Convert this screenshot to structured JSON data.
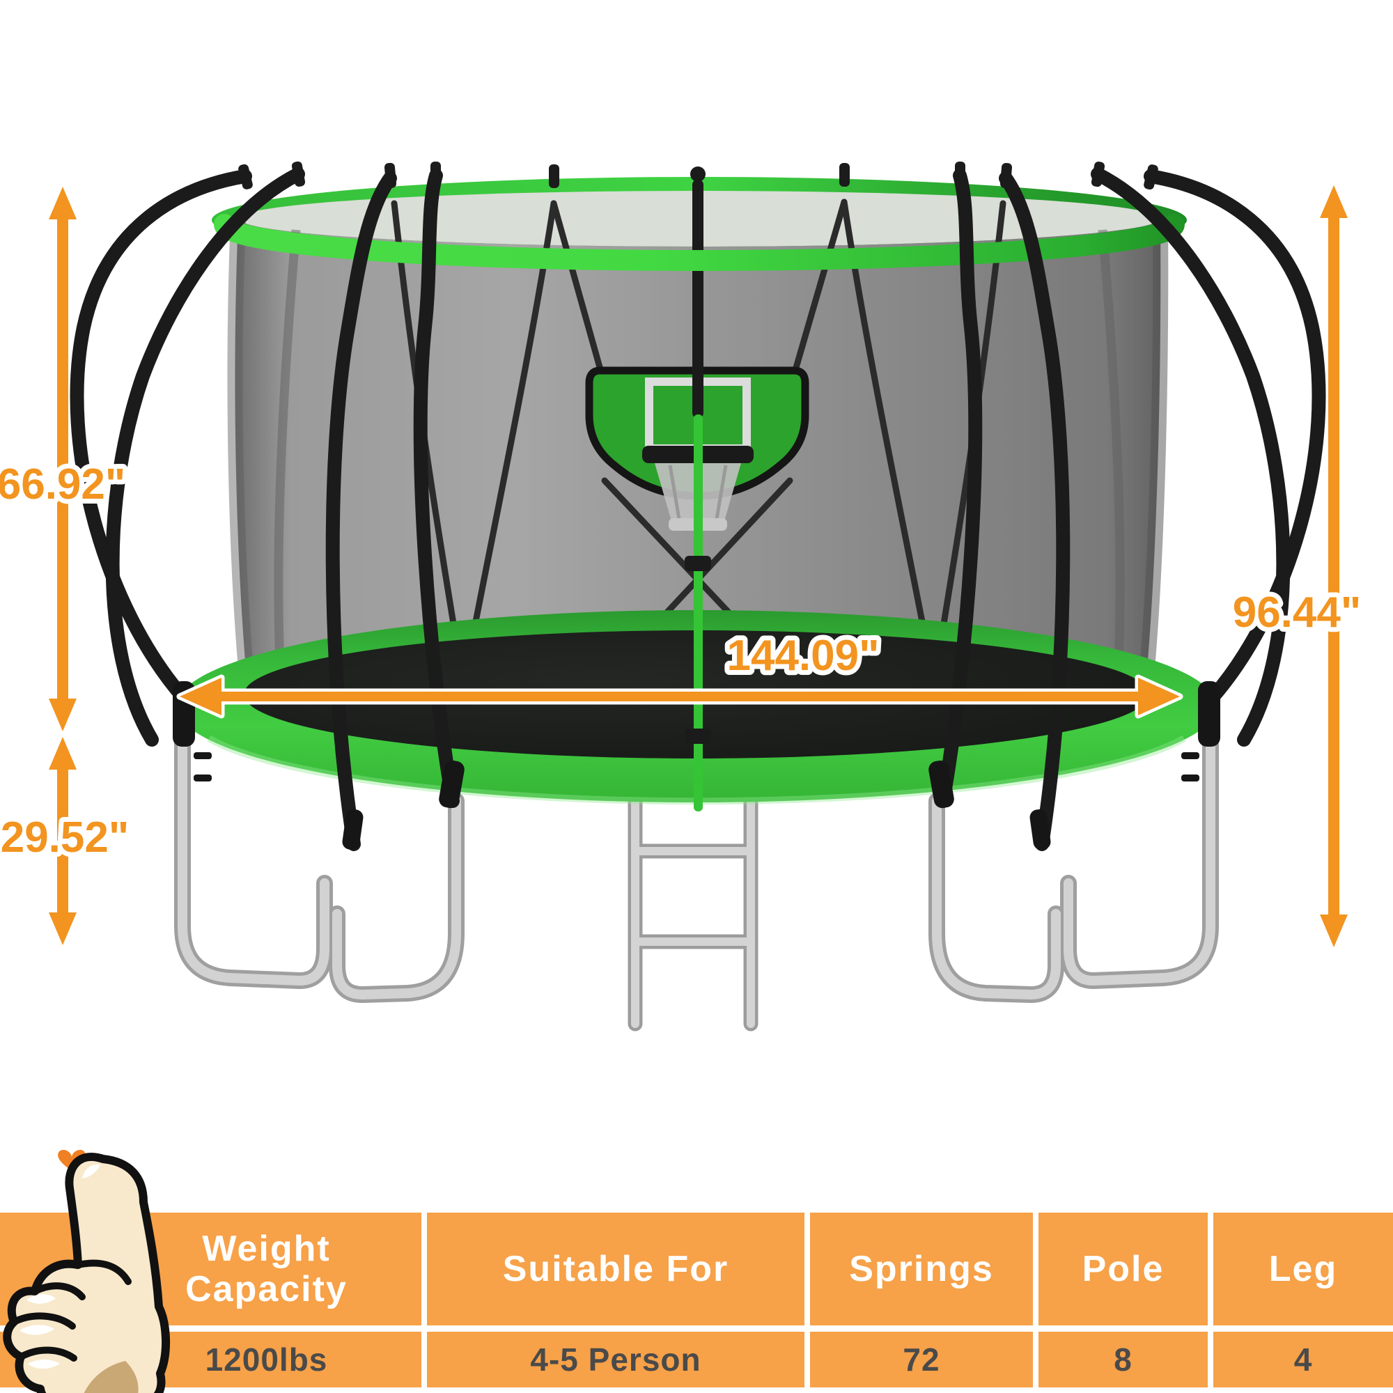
{
  "dimensions": {
    "net_height": "66.92\"",
    "frame_height": "29.52\"",
    "total_height": "96.44\"",
    "diameter": "144.09\""
  },
  "spec_table": {
    "columns": [
      {
        "header": "Weight Capacity",
        "value": "1200lbs"
      },
      {
        "header": "Suitable For",
        "value": "4-5 Person"
      },
      {
        "header": "Springs",
        "value": "72"
      },
      {
        "header": "Pole",
        "value": "8"
      },
      {
        "header": "Leg",
        "value": "4"
      }
    ]
  },
  "colors": {
    "accent_orange": "#F2941F",
    "table_orange": "#F7A148",
    "trampoline_green": "#3FC93F",
    "net_gray": "#8F8F8F",
    "frame_silver": "#C8C8C8",
    "pole_black": "#1B1B1B",
    "heart_orange": "#F08024"
  }
}
